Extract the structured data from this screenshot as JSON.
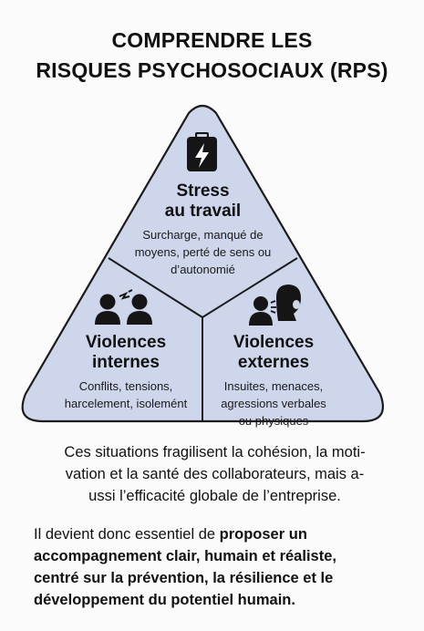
{
  "title": {
    "line1": "COMPRENDRE LES",
    "line2": "RISQUES PSYCHOSOCIAUX (RPS)"
  },
  "diagram": {
    "fill_color": "#cdd6ea",
    "stroke_color": "#1b1b1b",
    "top": {
      "icon": "clipboard-lightning-icon",
      "heading_line1": "Stress",
      "heading_line2": "au travail",
      "desc_line1": "Surcharge, manqué de",
      "desc_line2": "moyens, perté de sens ou",
      "desc_line3": "d’autonomié"
    },
    "left": {
      "icon": "two-people-conflict-icon",
      "heading_line1": "Violences",
      "heading_line2": "internes",
      "desc_line1": "Conflits, tensions,",
      "desc_line2": "harcelement, isolemént"
    },
    "right": {
      "icon": "shouting-person-icon",
      "heading_line1": "Violences",
      "heading_line2": "externes",
      "desc_line1": "Insuites, menaces,",
      "desc_line2": "agressions verbales",
      "desc_line3": "ou physiques"
    }
  },
  "body": {
    "para1_line1": "Ces situations fragilisent la cohésion, la moti-",
    "para1_line2": "vation et la santé des collaborateurs, mais a-",
    "para1_line3": "ussi l’efficacité globale de l’entreprise.",
    "para2_normal": "Il devient donc essentiel de ",
    "para2_bold_1": "proposer un",
    "para2_bold_2": "accompagnement clair, humain et réaliste,",
    "para2_bold_3": "centré sur la prévention, la résilience et le",
    "para2_bold_4": "développement du potentiel humain."
  }
}
